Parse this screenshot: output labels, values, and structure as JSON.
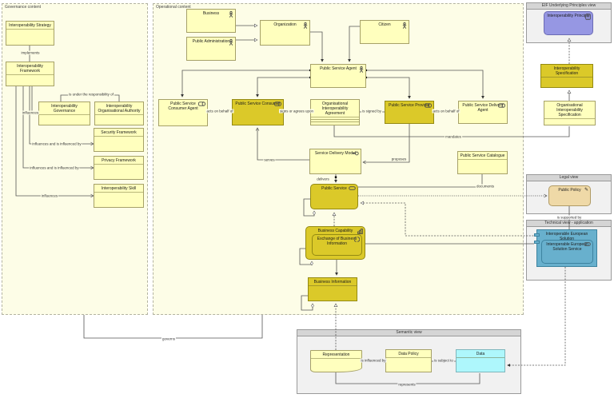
{
  "groups": {
    "governance": "Governance content",
    "operational": "Operational content",
    "eif_principles": "EIF Underlying Principles view",
    "legal": "Legal view",
    "technical": "Technical view - application",
    "semantic": "Semantic view"
  },
  "nodes": {
    "interop_strategy": "Interoperability Strategy",
    "interop_framework": "Interoperability Framework",
    "interop_governance": "Interoperability Governance",
    "interop_org_authority": "Interoperability Organisational Authority",
    "security_framework": "Security Framework",
    "privacy_framework": "Privacy Framework",
    "interop_skill": "Interoperability Skill",
    "business": "Business",
    "public_administration": "Public Administration",
    "organization": "Organization",
    "citizen": "Citizen",
    "public_service_agent": "Public Service Agent",
    "ps_consumer_agent": "Public Service Consumer Agent",
    "ps_consumer": "Public Service Consumer",
    "org_interop_agreement": "Organisational Interoperability Agreement",
    "ps_provider": "Public Service Provider",
    "ps_delivery_agent": "Public Service Delivery Agent",
    "service_delivery_model": "Service Delivery Model",
    "ps_catalogue": "Public Service Catalogue",
    "public_service": "Public Service",
    "business_capability": "Business Capability",
    "exchange_business_info": "Exchange of Business Information",
    "business_information": "Business Information",
    "interop_principle": "Interoperability Principle",
    "interop_specification": "Interoperability Specification",
    "org_interop_specification": "Organisational Interoperability Specification",
    "public_policy": "Public Policy",
    "interop_european_solution": "Interoperable European Solution",
    "interop_european_solution_service": "Interoperable European Solution Service",
    "representation": "Representation",
    "data_policy": "Data Policy",
    "data": "Data"
  },
  "relations": {
    "implements": "implements",
    "under_responsibility": "is under the responsibility of",
    "influences_governance": "influences",
    "influences_security": "influences and is influenced by",
    "influences_privacy": "influences and is influenced by",
    "influences_skill": "influences",
    "governs": "governs",
    "acts_on_behalf_consumer": "acts on behalf of",
    "signs_or_agrees": "signs or agrees upon",
    "is_signed_by": "is signed by",
    "acts_on_behalf_provider": "acts on behalf of",
    "mandates": "mandates",
    "serves": "serves",
    "proposes": "proposes",
    "delivers": "delivers",
    "documents": "documents",
    "is_supported_by": "is supported by",
    "is_influenced_by": "is influenced by",
    "is_subject_to": "is subject to",
    "represents": "represents"
  },
  "icons": {
    "actor-icon": "stick-figure",
    "role-icon": "cylinder",
    "service-icon": "ellipse",
    "interface-icon": "line-circle",
    "capability-icon": "bars",
    "interaction-icon": "split-circle",
    "principle-icon": "exclamation-box",
    "pen-icon": "✎",
    "component-icon": "side-tabs"
  },
  "colors": {
    "element_yellow": "#FFFFBE",
    "element_gold": "#DBC929",
    "principle_purple": "#9697E3",
    "solution_blue": "#68B0CD",
    "data_cyan": "#AEF7FC",
    "policy_tan": "#EFD9A7",
    "group_yellow_bg": "#FDFDE7",
    "view_gray_bg": "#F1F1F1"
  }
}
